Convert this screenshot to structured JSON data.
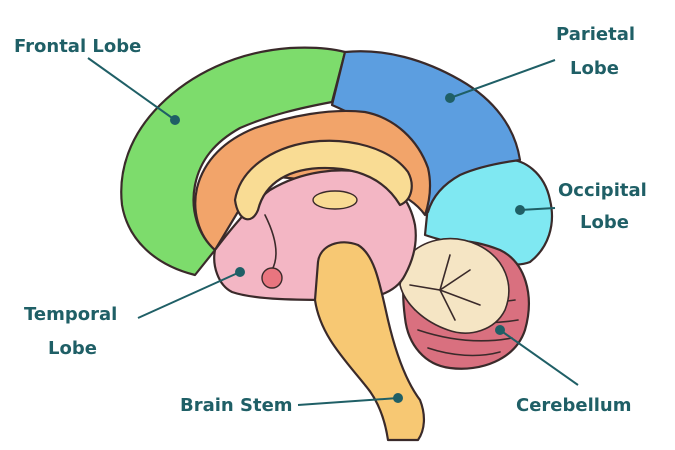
{
  "labels": {
    "frontal": [
      "Frontal Lobe"
    ],
    "parietal": [
      "Parietal",
      "Lobe"
    ],
    "occipital": [
      "Occipital",
      "Lobe"
    ],
    "temporal": [
      "Temporal",
      "Lobe"
    ],
    "brain_stem": [
      "Brain Stem"
    ],
    "cerebellum": [
      "Cerebellum"
    ]
  },
  "colors": {
    "frontal": "#7ddc6c",
    "parietal": "#5c9ee0",
    "occipital": "#7fe8f2",
    "temporal": "#f3b6c4",
    "cerebellum": "#d9707f",
    "brain_stem": "#f7c873",
    "corpus_callosum": "#f9dc94",
    "inner_orange": "#f2a46a",
    "label_text": "#1f5f66"
  },
  "icons": {
    "label_marker": "filled-circle"
  }
}
